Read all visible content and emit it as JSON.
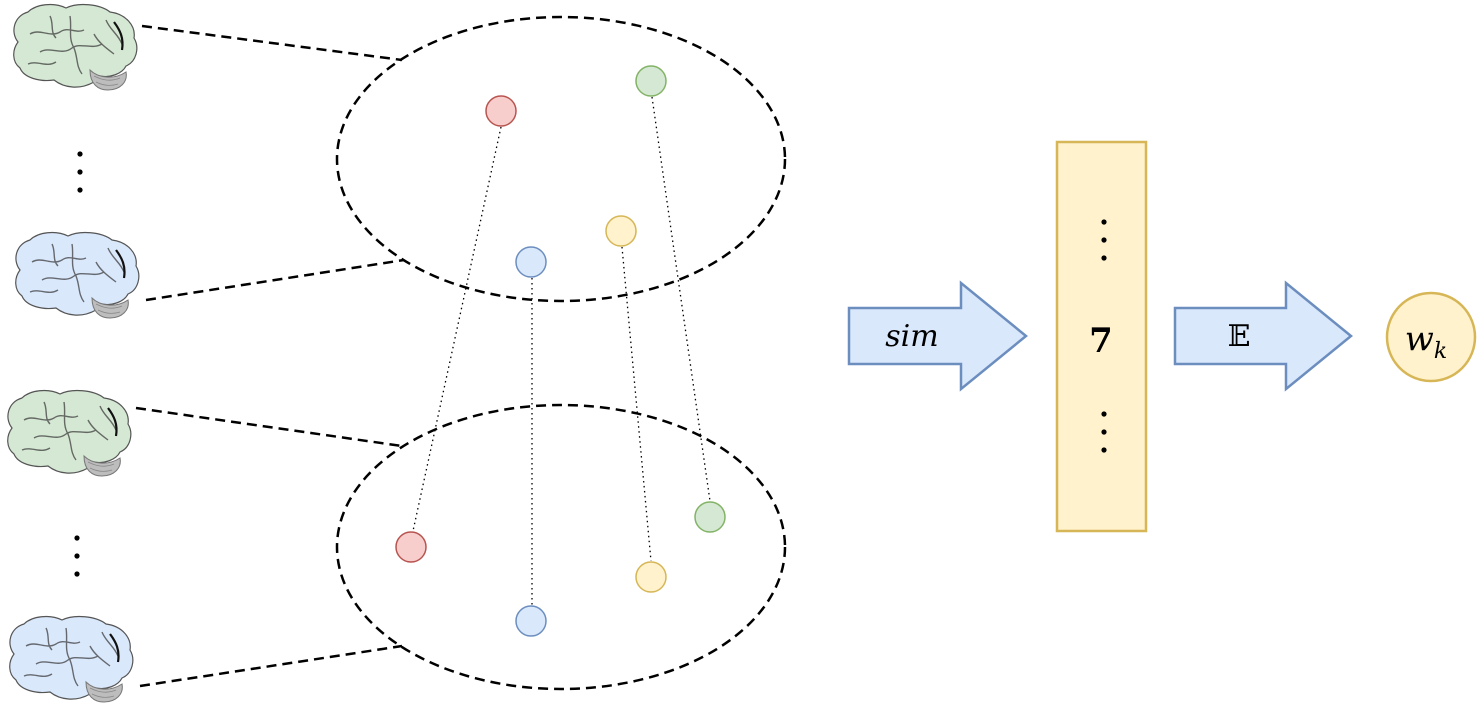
{
  "colors": {
    "red_fill": "#f8cecc",
    "red_stroke": "#b85450",
    "green_fill": "#d5e8d4",
    "green_stroke": "#82b366",
    "blue_fill": "#dae8fc",
    "blue_stroke": "#6c8ebf",
    "yellow_fill": "#fff2cc",
    "yellow_stroke": "#d6b656",
    "arrow_fill": "#dae8fc",
    "arrow_stroke": "#6c8ebf"
  },
  "icons": {
    "brain_1": "brain-icon-green",
    "brain_2": "brain-icon-blue",
    "brain_3": "brain-icon-green",
    "brain_4": "brain-icon-blue"
  },
  "labels": {
    "sim": "sim",
    "vector_value": "7",
    "expectation": "𝔼",
    "output_base": "w",
    "output_sub": "k",
    "ellipsis_vertical": "⋮"
  }
}
